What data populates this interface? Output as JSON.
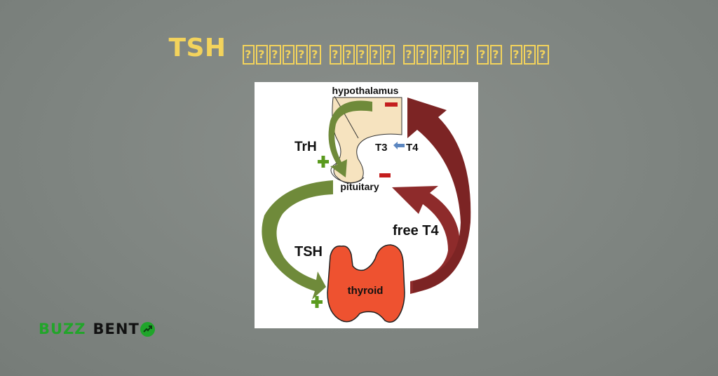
{
  "header": {
    "title_prefix": "TSH",
    "title_missing_glyph_groups": [
      6,
      5,
      5,
      2,
      3
    ],
    "title_color": "#f3d35c"
  },
  "diagram": {
    "labels": {
      "hypothalamus": "hypothalamus",
      "trh": "TrH",
      "t3": "T3",
      "t4": "T4",
      "pituitary": "pituitary",
      "free_t4": "free T4",
      "tsh": "TSH",
      "thyroid": "thyroid"
    },
    "signs": {
      "plus": "+",
      "minus": "−"
    },
    "colors": {
      "stimulating_arrow": "#6f8a3a",
      "inhibiting_arrow": "#8e2b2b",
      "thyroid": "#ee5230",
      "gland_tissue": "#f6e3bf",
      "plus_sign": "#5a9a1e",
      "minus_sign": "#c41e1e",
      "conversion_arrow": "#5b86c0"
    }
  },
  "brand": {
    "part1": "BUZZ",
    "part2": "BENT",
    "accent_color": "#22a52a"
  }
}
